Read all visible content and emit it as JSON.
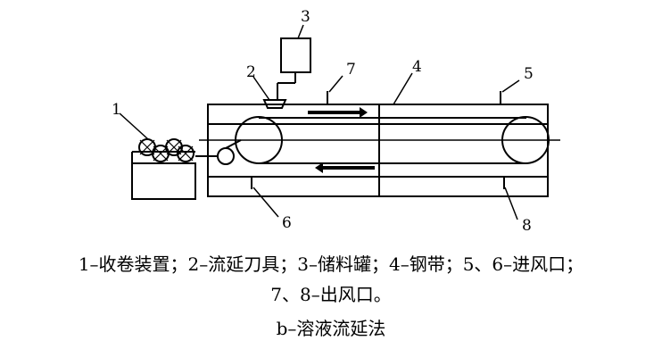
{
  "diagram": {
    "labels": {
      "n1": "1",
      "n2": "2",
      "n3": "3",
      "n4": "4",
      "n5": "5",
      "n6": "6",
      "n7": "7",
      "n8": "8"
    }
  },
  "caption": {
    "line1": "1–收卷装置；2–流延刀具；3–储料罐；4–钢带；5、6–进风口；",
    "line2": "7、8–出风口。",
    "title": "b–溶液流延法"
  }
}
